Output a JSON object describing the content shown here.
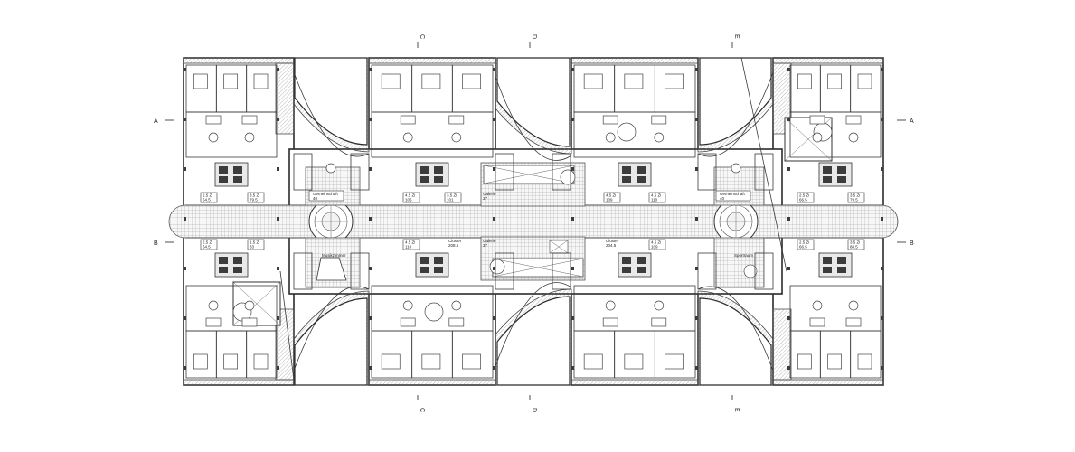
{
  "axes": {
    "top": [
      "C",
      "D",
      "E"
    ],
    "bottom": [
      "C",
      "D",
      "E"
    ],
    "left": [
      "A",
      "B"
    ],
    "right": [
      "A",
      "B"
    ]
  },
  "rooms": {
    "musikzimmer": "Musikzimmer",
    "sportraum": "Sportraum",
    "gemeinschaft_left": "Gemeinschaft",
    "gemeinschaft_right": "Gemeinschaft",
    "galerie_top": "Galerie",
    "galerie_bottom": "Galerie",
    "cluster_a": "Cluster",
    "cluster_b": "Cluster"
  },
  "tags": {
    "t1": "2.5 Zi",
    "t1a": "64.5",
    "t2": "3.5 Zi",
    "t2a": "79.5",
    "t3": "4.5 Zi",
    "t3a": "106",
    "t4": "3.5 Zi",
    "t4a": "101",
    "t5": "4.5 Zi",
    "t5a": "109",
    "t6": "4.5 Zi",
    "t6a": "110",
    "t7": "2.5 Zi",
    "t7a": "66.5",
    "t8": "3.5 Zi",
    "t8a": "79.5",
    "t9": "1.5 Zi",
    "t9a": "33",
    "t10": "4.5 Zi",
    "t10a": "110",
    "t11": "4.5 Zi",
    "t11a": "109",
    "t12": "2.5 Zi",
    "t12a": "66.5",
    "t13": "3.5 Zi",
    "t13a": "88.5",
    "t14": "2.5 Zi",
    "t14a": "64.5",
    "num40a": "40",
    "num40b": "40",
    "num37a": "37",
    "num37b": "37",
    "num2085": "208.5",
    "num2045": "204.5"
  }
}
